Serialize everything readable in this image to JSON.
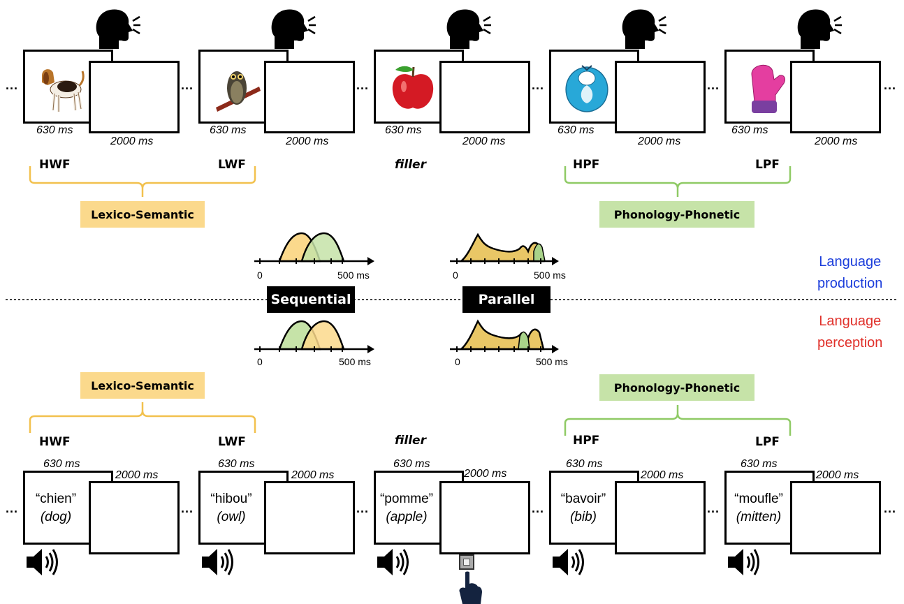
{
  "colors": {
    "lexico_fill": "#fbd98c",
    "phono_fill": "#c6e3a8",
    "lexico_brace": "#f2c14e",
    "phono_brace": "#8fca65",
    "production_label": "#1a3cdb",
    "perception_label": "#e0302a",
    "curve_yellow": "#e9c766",
    "curve_green": "#a9d38a"
  },
  "ellipsis": "...",
  "production": {
    "trials": [
      {
        "picture": "dog",
        "short_ms": "630 ms",
        "long_ms": "2000 ms"
      },
      {
        "picture": "owl",
        "short_ms": "630 ms",
        "long_ms": "2000 ms"
      },
      {
        "picture": "apple",
        "short_ms": "630 ms",
        "long_ms": "2000 ms"
      },
      {
        "picture": "bib",
        "short_ms": "630 ms",
        "long_ms": "2000 ms"
      },
      {
        "picture": "mitten",
        "short_ms": "630 ms",
        "long_ms": "2000 ms"
      }
    ],
    "conditions": [
      "HWF",
      "LWF",
      "filler",
      "HPF",
      "LPF"
    ],
    "lexico_label": "Lexico-Semantic",
    "phono_label": "Phonology-Phonetic"
  },
  "perception": {
    "trials": [
      {
        "word": "“chien”",
        "translation": "(dog)",
        "short_ms": "630 ms",
        "long_ms": "2000 ms"
      },
      {
        "word": "“hibou”",
        "translation": "(owl)",
        "short_ms": "630 ms",
        "long_ms": "2000 ms"
      },
      {
        "word": "“pomme”",
        "translation": "(apple)",
        "short_ms": "630 ms",
        "long_ms": "2000 ms"
      },
      {
        "word": "“bavoir”",
        "translation": "(bib)",
        "short_ms": "630 ms",
        "long_ms": "2000 ms"
      },
      {
        "word": "“moufle”",
        "translation": "(mitten)",
        "short_ms": "630 ms",
        "long_ms": "2000 ms"
      }
    ],
    "conditions": [
      "HWF",
      "LWF",
      "filler",
      "HPF",
      "LPF"
    ],
    "lexico_label": "Lexico-Semantic",
    "phono_label": "Phonology-Phonetic"
  },
  "models": {
    "sequential_label": "Sequential",
    "parallel_label": "Parallel",
    "axis_start": "0",
    "axis_end": "500 ms"
  },
  "side_labels": {
    "production": [
      "Language",
      "production"
    ],
    "perception": [
      "Language",
      "perception"
    ]
  },
  "icons": [
    "speaking-head-icon",
    "speaker-icon",
    "pointing-hand-icon",
    "button-icon"
  ]
}
